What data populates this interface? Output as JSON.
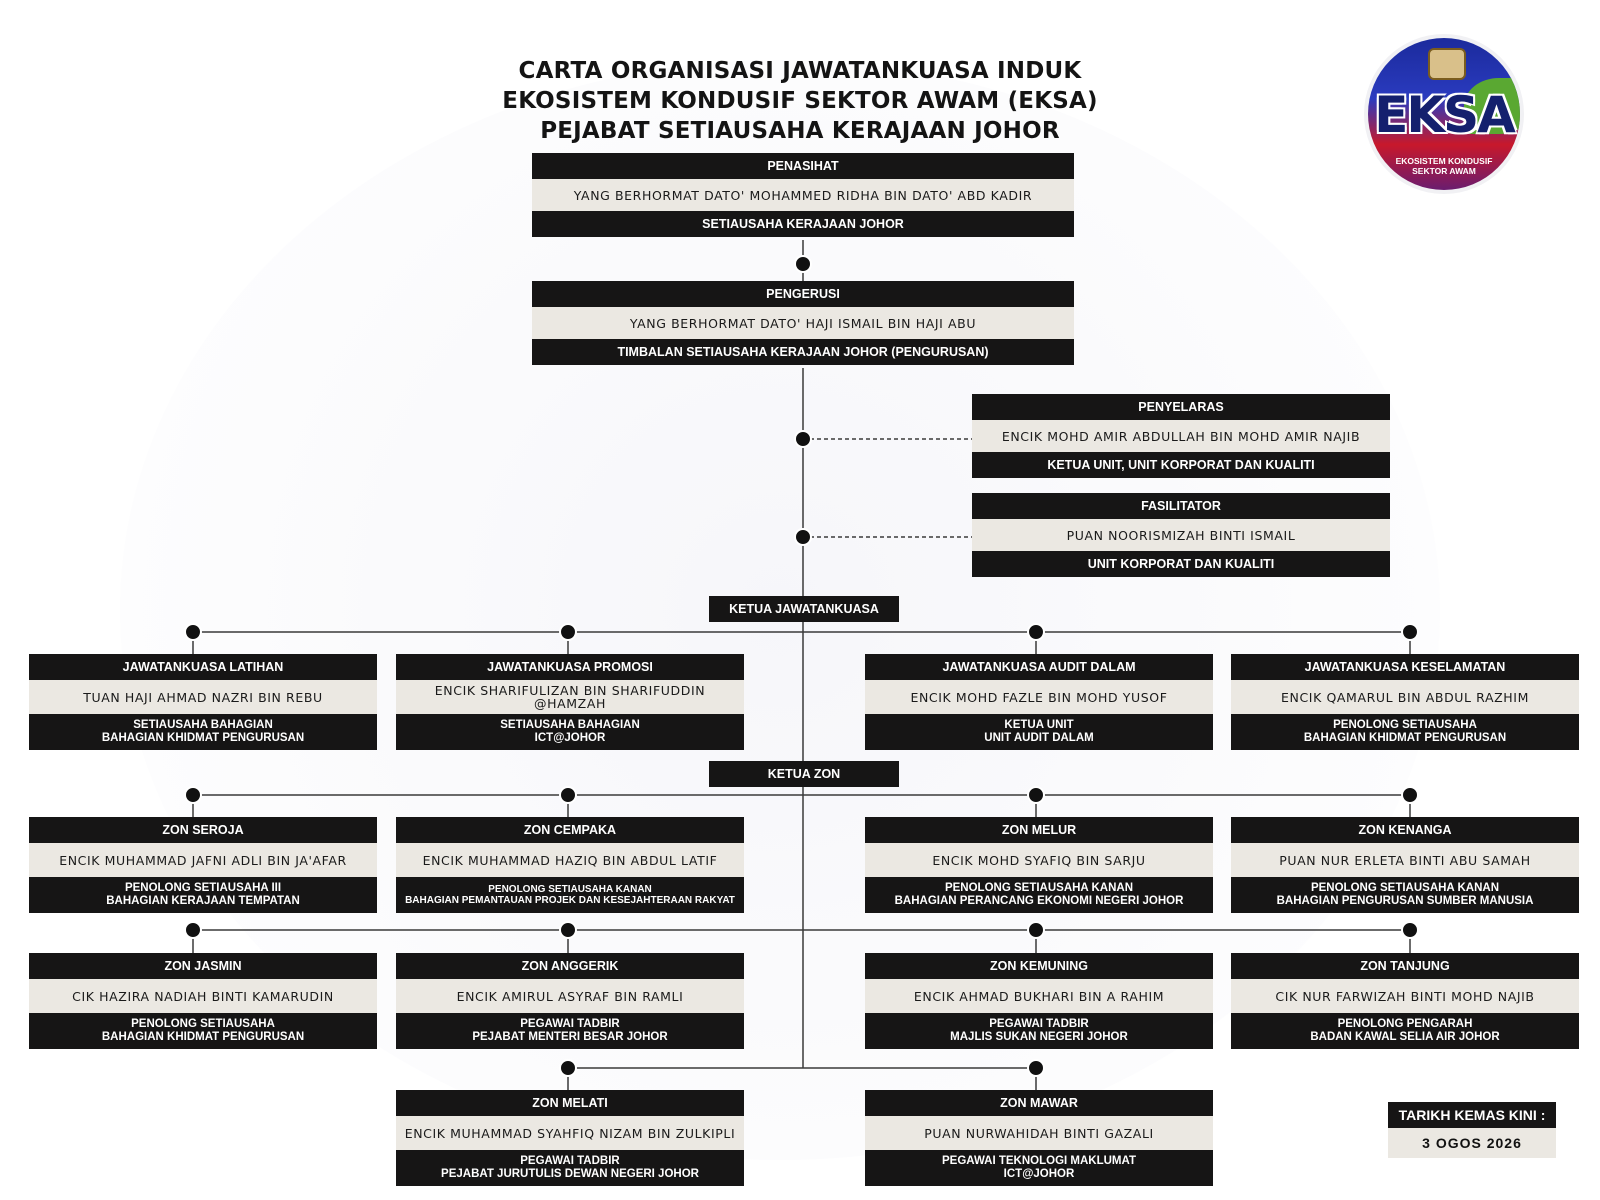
{
  "title": {
    "line1": "CARTA ORGANISASI JAWATANKUASA INDUK",
    "line2": "EKOSISTEM KONDUSIF SEKTOR AWAM (EKSA)",
    "line3": "PEJABAT SETIAUSAHA KERAJAAN JOHOR"
  },
  "logo": {
    "word": "EKSA",
    "sub1": "EKOSISTEM KONDUSIF",
    "sub2": "SEKTOR AWAM"
  },
  "penasihat": {
    "role": "PENASIHAT",
    "name": "YANG BERHORMAT DATO' MOHAMMED RIDHA BIN DATO' ABD KADIR",
    "position": "SETIAUSAHA KERAJAAN JOHOR"
  },
  "pengerusi": {
    "role": "PENGERUSI",
    "name": "YANG BERHORMAT DATO' HAJI ISMAIL BIN HAJI ABU",
    "position": "TIMBALAN SETIAUSAHA KERAJAAN JOHOR (PENGURUSAN)"
  },
  "penyelaras": {
    "role": "PENYELARAS",
    "name": "ENCIK MOHD AMIR ABDULLAH BIN MOHD AMIR NAJIB",
    "position": "KETUA UNIT, UNIT KORPORAT DAN KUALITI"
  },
  "fasilitator": {
    "role": "FASILITATOR",
    "name": "PUAN NOORISMIZAH BINTI ISMAIL",
    "position": "UNIT KORPORAT DAN KUALITI"
  },
  "ketua_jawatankuasa": "KETUA JAWATANKUASA",
  "ketua_zon": "KETUA ZON",
  "committees": [
    {
      "role": "JAWATANKUASA LATIHAN",
      "name": "TUAN HAJI AHMAD NAZRI BIN REBU",
      "pos1": "SETIAUSAHA BAHAGIAN",
      "pos2": "BAHAGIAN KHIDMAT PENGURUSAN"
    },
    {
      "role": "JAWATANKUASA PROMOSI",
      "name": "ENCIK SHARIFULIZAN BIN SHARIFUDDIN @HAMZAH",
      "pos1": "SETIAUSAHA BAHAGIAN",
      "pos2": "ICT@JOHOR"
    },
    {
      "role": "JAWATANKUASA AUDIT DALAM",
      "name": "ENCIK MOHD FAZLE BIN MOHD YUSOF",
      "pos1": "KETUA UNIT",
      "pos2": "UNIT AUDIT DALAM"
    },
    {
      "role": "JAWATANKUASA KESELAMATAN",
      "name": "ENCIK QAMARUL BIN ABDUL RAZHIM",
      "pos1": "PENOLONG SETIAUSAHA",
      "pos2": "BAHAGIAN KHIDMAT PENGURUSAN"
    }
  ],
  "zones": [
    {
      "role": "ZON SEROJA",
      "name": "ENCIK MUHAMMAD JAFNI ADLI BIN JA'AFAR",
      "pos1": "PENOLONG SETIAUSAHA III",
      "pos2": "BAHAGIAN KERAJAAN TEMPATAN"
    },
    {
      "role": "ZON CEMPAKA",
      "name": "ENCIK MUHAMMAD HAZIQ BIN ABDUL LATIF",
      "pos1": "PENOLONG SETIAUSAHA KANAN",
      "pos2": "BAHAGIAN PEMANTAUAN PROJEK DAN KESEJAHTERAAN RAKYAT"
    },
    {
      "role": "ZON MELUR",
      "name": "ENCIK MOHD SYAFIQ BIN SARJU",
      "pos1": "PENOLONG SETIAUSAHA KANAN",
      "pos2": "BAHAGIAN PERANCANG EKONOMI NEGERI JOHOR"
    },
    {
      "role": "ZON KENANGA",
      "name": "PUAN NUR ERLETA BINTI ABU SAMAH",
      "pos1": "PENOLONG SETIAUSAHA KANAN",
      "pos2": "BAHAGIAN PENGURUSAN SUMBER MANUSIA"
    },
    {
      "role": "ZON JASMIN",
      "name": "CIK HAZIRA NADIAH BINTI KAMARUDIN",
      "pos1": "PENOLONG SETIAUSAHA",
      "pos2": "BAHAGIAN KHIDMAT PENGURUSAN"
    },
    {
      "role": "ZON ANGGERIK",
      "name": "ENCIK AMIRUL ASYRAF BIN RAMLI",
      "pos1": "PEGAWAI TADBIR",
      "pos2": "PEJABAT MENTERI BESAR JOHOR"
    },
    {
      "role": "ZON KEMUNING",
      "name": "ENCIK AHMAD BUKHARI BIN A RAHIM",
      "pos1": "PEGAWAI TADBIR",
      "pos2": "MAJLIS SUKAN NEGERI JOHOR"
    },
    {
      "role": "ZON TANJUNG",
      "name": "CIK NUR FARWIZAH BINTI MOHD NAJIB",
      "pos1": "PENOLONG PENGARAH",
      "pos2": "BADAN KAWAL SELIA AIR JOHOR"
    },
    {
      "role": "ZON MELATI",
      "name": "ENCIK MUHAMMAD SYAHFIQ NIZAM BIN ZULKIPLI",
      "pos1": "PEGAWAI TADBIR",
      "pos2": "PEJABAT JURUTULIS DEWAN NEGERI JOHOR"
    },
    {
      "role": "ZON MAWAR",
      "name": "PUAN NURWAHIDAH BINTI GAZALI",
      "pos1": "PEGAWAI TEKNOLOGI MAKLUMAT",
      "pos2": "ICT@JOHOR"
    }
  ],
  "update": {
    "label": "TARIKH KEMAS KINI :",
    "date": "3 OGOS 2026"
  }
}
